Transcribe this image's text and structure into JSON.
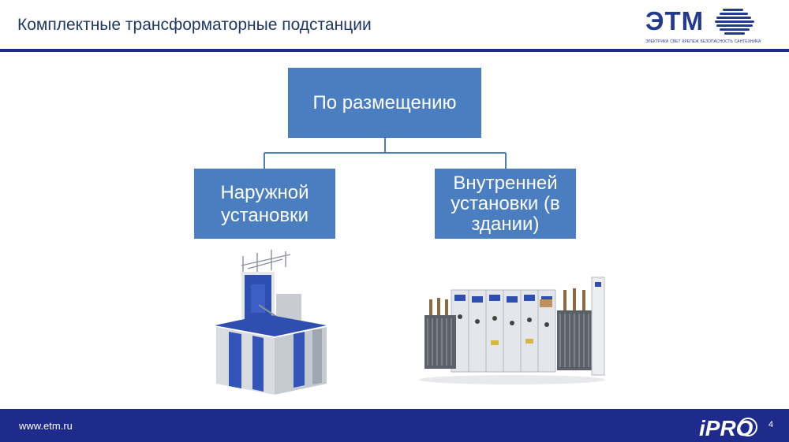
{
  "header": {
    "title": "Комплектные трансформаторные подстанции"
  },
  "logo": {
    "text": "ЭТМ",
    "tagline": [
      "ЭЛЕКТРИКА",
      "СВЕТ",
      "КРЕПЕЖ",
      "БЕЗОПАСНОСТЬ",
      "САНТЕХНИКА"
    ]
  },
  "diagram": {
    "root": "По размещению",
    "left": "Наружной установки",
    "right": "Внутренней установки (в здании)"
  },
  "footer": {
    "url": "www.etm.ru",
    "page": "4",
    "brand": "iPRO"
  },
  "colors": {
    "box": "#4a7ec0",
    "navy": "#1f2b8c",
    "connector": "#4a7ec0"
  }
}
